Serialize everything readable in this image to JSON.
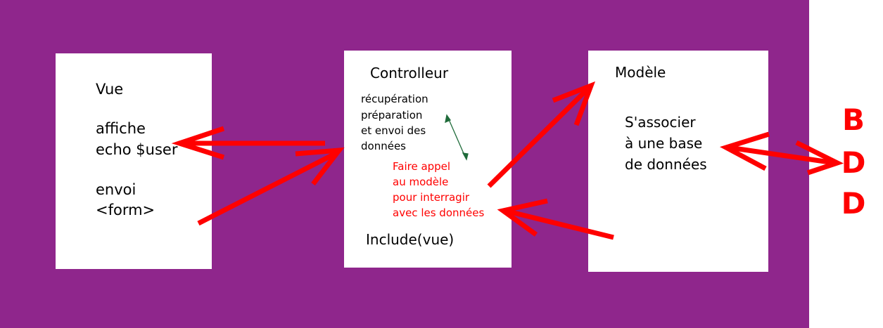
{
  "vue": {
    "title": "Vue",
    "line1": "affiche",
    "line2": "echo $user",
    "line3": "envoi",
    "line4": "<form>"
  },
  "controller": {
    "title": "Controlleur",
    "desc": [
      "récupération",
      "préparation",
      "et envoi des",
      "données"
    ],
    "call": [
      "Faire appel",
      "au modèle",
      "pour interragir",
      "avec les données"
    ],
    "include": "Include(vue)"
  },
  "model": {
    "title": "Modèle",
    "desc": [
      "S'associer",
      "à une base",
      "de données"
    ]
  },
  "database": {
    "letters": [
      "B",
      "D",
      "D"
    ]
  },
  "colors": {
    "background": "#8f268c",
    "arrow": "#ff0000",
    "accent_arrow": "#1f6b3a",
    "box": "#ffffff"
  }
}
